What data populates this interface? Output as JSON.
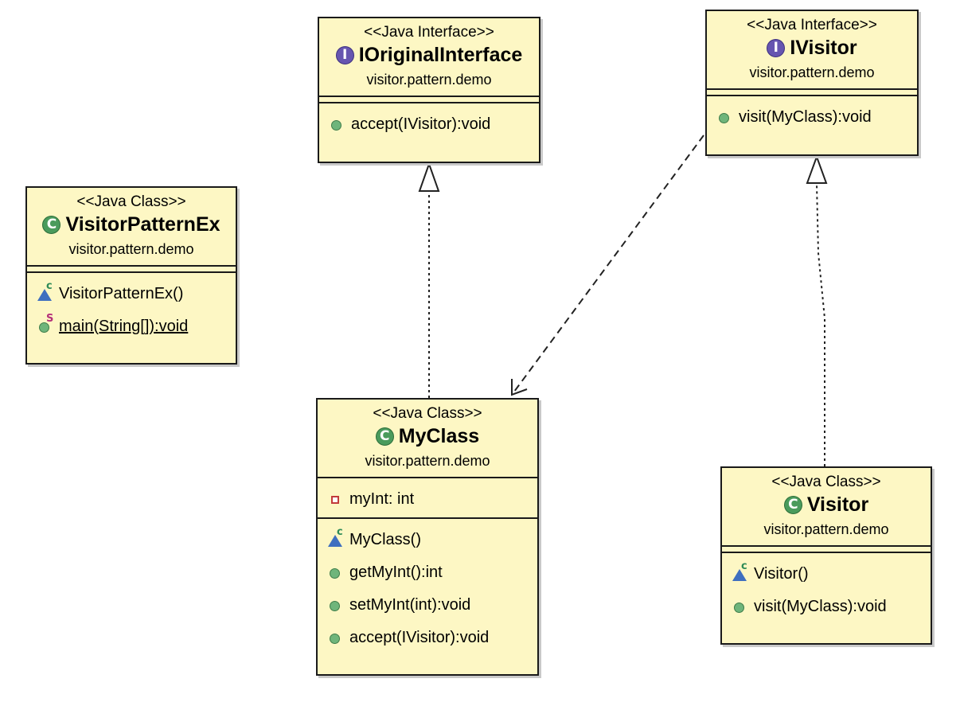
{
  "boxes": {
    "ioriginal": {
      "stereotype": "<<Java Interface>>",
      "name": "IOriginalInterface",
      "type_icon": "I",
      "package": "visitor.pattern.demo",
      "methods": [
        {
          "text": "accept(IVisitor):void",
          "icon": "public-method-icon"
        }
      ]
    },
    "ivisitor": {
      "stereotype": "<<Java Interface>>",
      "name": "IVisitor",
      "type_icon": "I",
      "package": "visitor.pattern.demo",
      "methods": [
        {
          "text": "visit(MyClass):void",
          "icon": "public-method-icon"
        }
      ]
    },
    "visitorpatternex": {
      "stereotype": "<<Java Class>>",
      "name": "VisitorPatternEx",
      "type_icon": "C",
      "package": "visitor.pattern.demo",
      "methods": [
        {
          "text": "VisitorPatternEx()",
          "icon": "constructor-icon",
          "sup": "c"
        },
        {
          "text": "main(String[]):void",
          "icon": "public-method-icon",
          "sup": "S"
        }
      ]
    },
    "myclass": {
      "stereotype": "<<Java Class>>",
      "name": "MyClass",
      "type_icon": "C",
      "package": "visitor.pattern.demo",
      "fields": [
        {
          "text": "myInt: int",
          "icon": "private-field-icon"
        }
      ],
      "methods": [
        {
          "text": "MyClass()",
          "icon": "constructor-icon",
          "sup": "c"
        },
        {
          "text": "getMyInt():int",
          "icon": "public-method-icon"
        },
        {
          "text": "setMyInt(int):void",
          "icon": "public-method-icon"
        },
        {
          "text": "accept(IVisitor):void",
          "icon": "public-method-icon"
        }
      ]
    },
    "visitor": {
      "stereotype": "<<Java Class>>",
      "name": "Visitor",
      "type_icon": "C",
      "package": "visitor.pattern.demo",
      "methods": [
        {
          "text": "Visitor()",
          "icon": "constructor-icon",
          "sup": "c"
        },
        {
          "text": "visit(MyClass):void",
          "icon": "public-method-icon"
        }
      ]
    }
  },
  "relations": [
    {
      "from": "MyClass",
      "to": "IOriginalInterface",
      "kind": "realization"
    },
    {
      "from": "Visitor",
      "to": "IVisitor",
      "kind": "realization"
    },
    {
      "from": "IVisitor",
      "to": "MyClass",
      "kind": "dependency"
    }
  ],
  "colors": {
    "box_fill": "#fdf7c4",
    "border": "#1a1a1a",
    "interface_icon": "#6655b0",
    "class_icon": "#4a9b5c"
  }
}
